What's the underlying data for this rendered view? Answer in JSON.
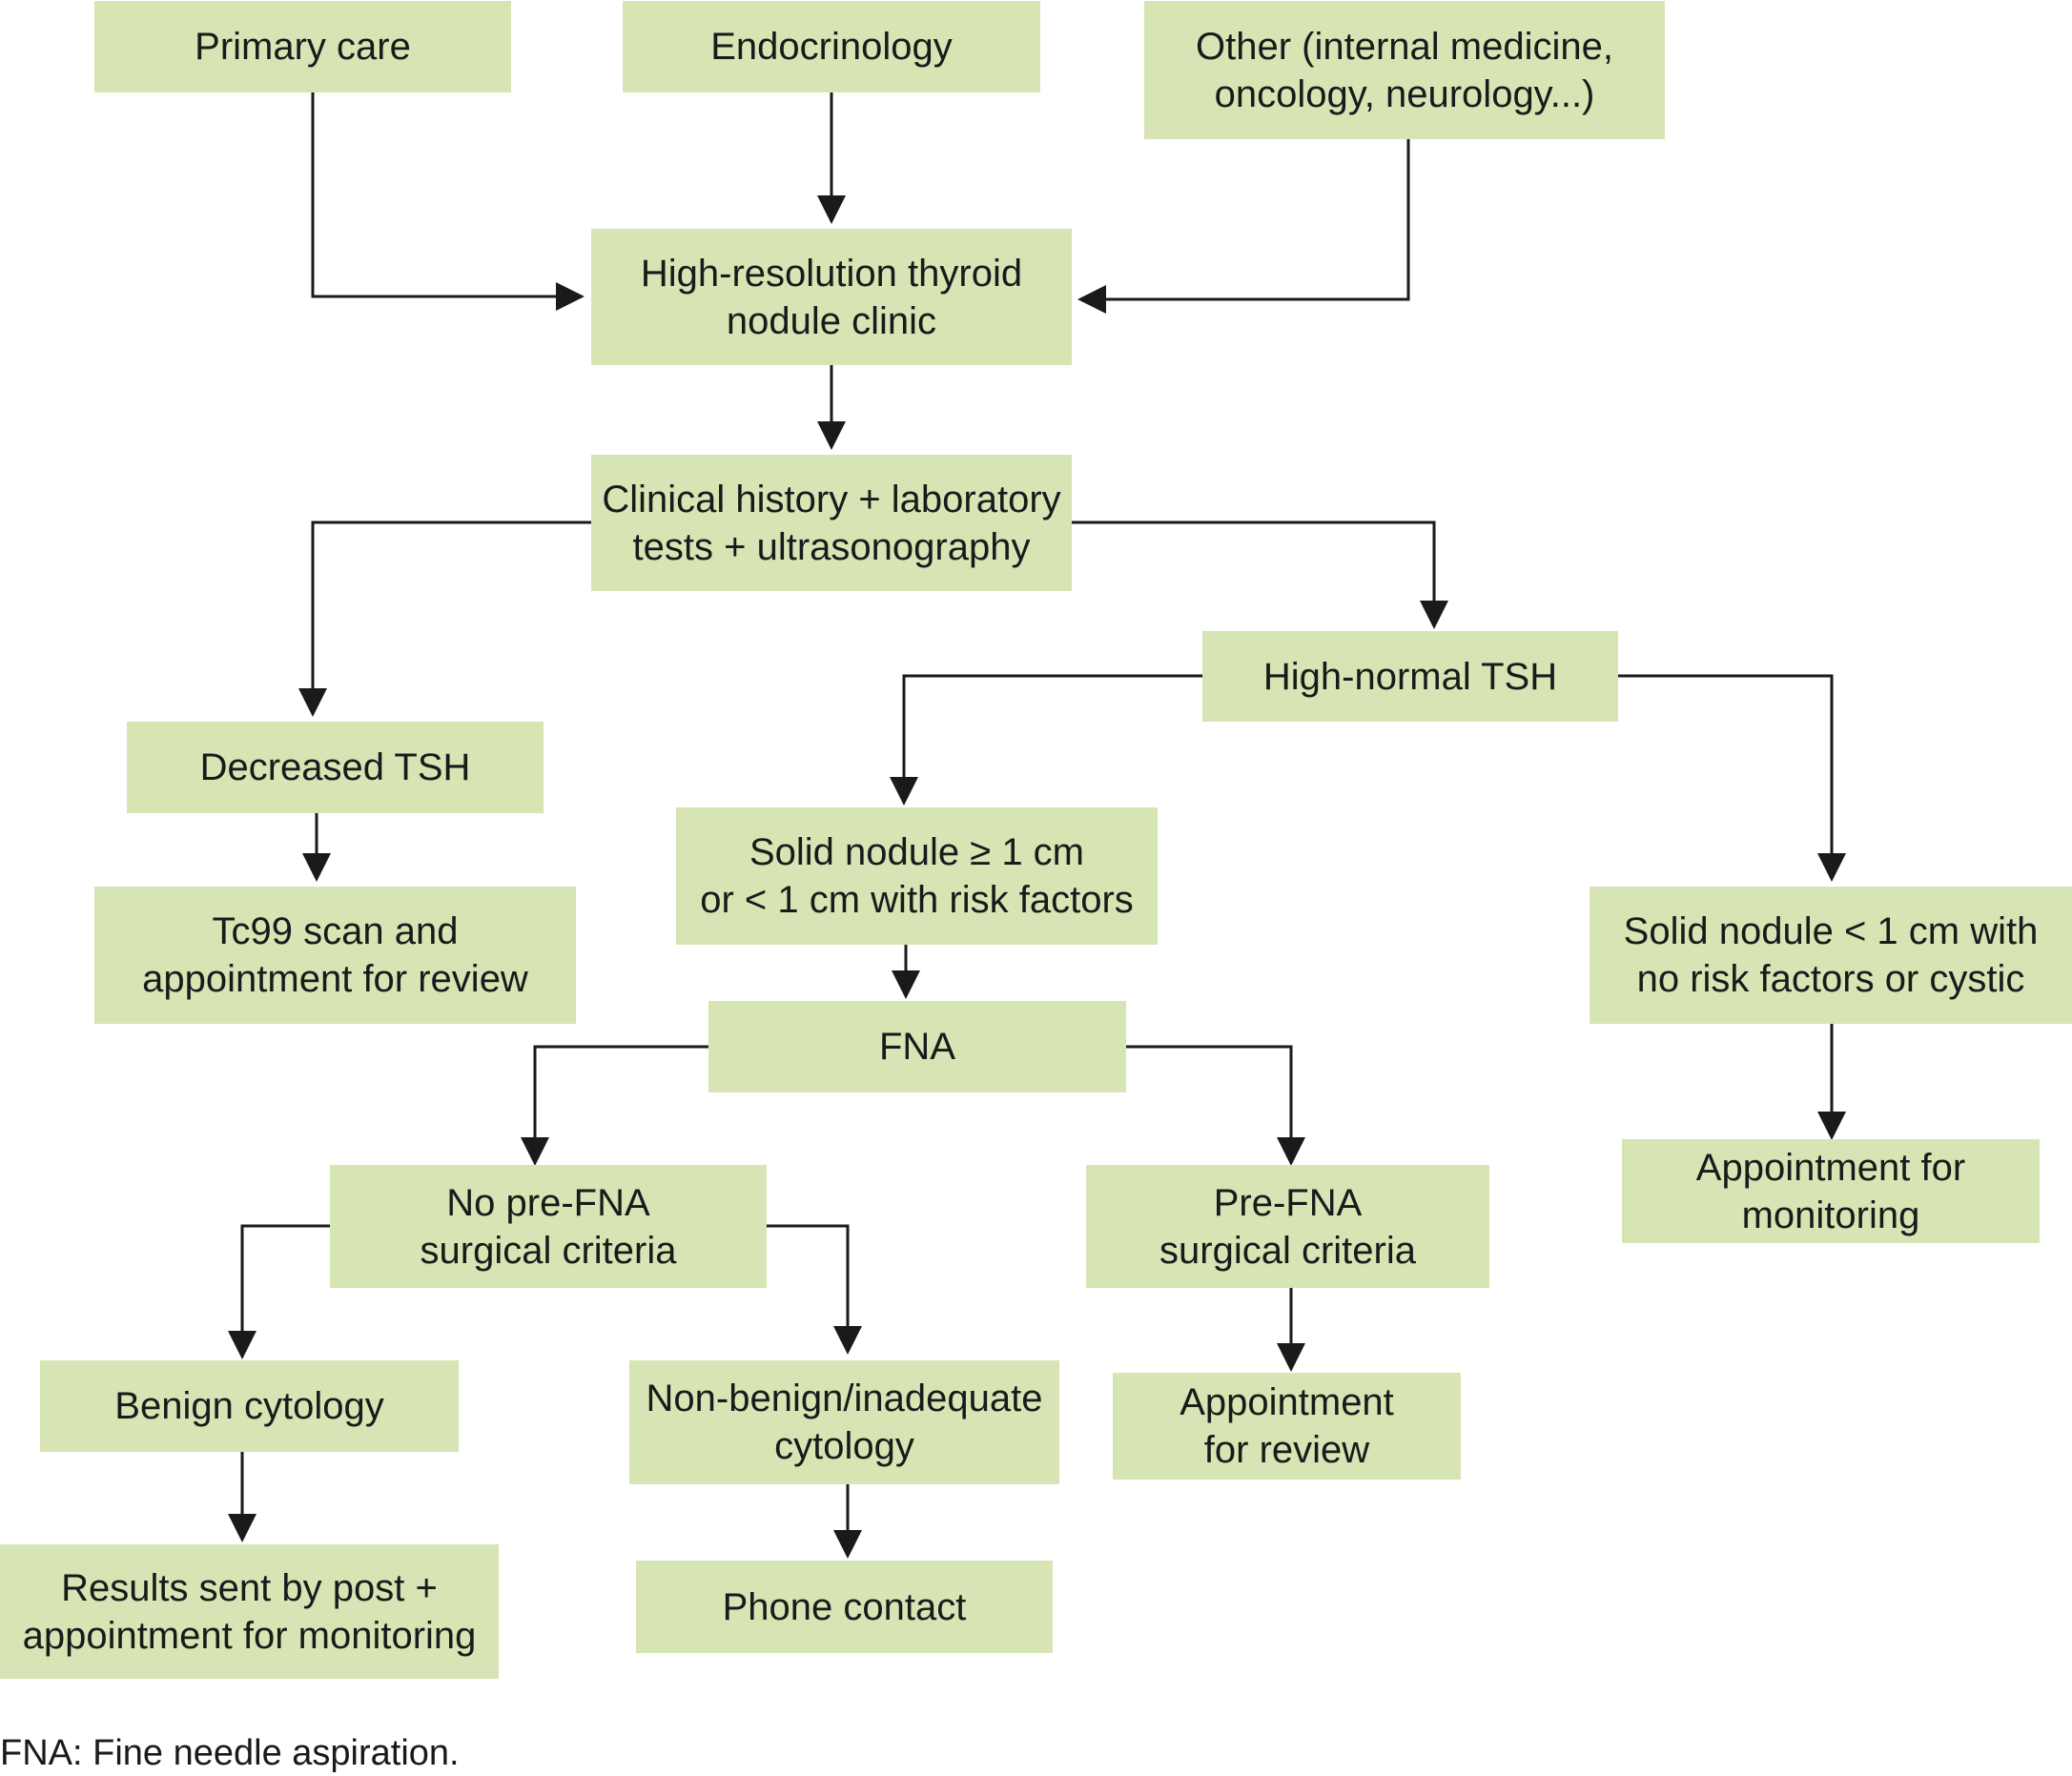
{
  "nodes": {
    "primary_care": "Primary care",
    "endocrinology": "Endocrinology",
    "other": "Other (internal medicine,\noncology, neurology...)",
    "clinic": "High-resolution thyroid\nnodule clinic",
    "clinical_history": "Clinical history + laboratory\ntests + ultrasonography",
    "decreased_tsh": "Decreased TSH",
    "high_normal_tsh": "High-normal TSH",
    "tc99": "Tc99 scan and\nappointment for review",
    "solid_nodule_ge1": "Solid nodule ≥ 1 cm\nor < 1 cm with risk factors",
    "solid_nodule_lt1": "Solid nodule < 1 cm with\nno risk factors or cystic",
    "fna": "FNA",
    "no_prefna": "No pre-FNA\nsurgical criteria",
    "prefna": "Pre-FNA\nsurgical criteria",
    "appointment_monitoring": "Appointment for\nmonitoring",
    "benign": "Benign cytology",
    "non_benign": "Non-benign/inadequate\ncytology",
    "appointment_review": "Appointment\nfor review",
    "results_post": "Results sent by post +\nappointment for monitoring",
    "phone_contact": "Phone contact"
  },
  "footnote": "FNA: Fine needle aspiration.",
  "colors": {
    "box_fill": "#d7e4b4",
    "line": "#1a1a1a"
  }
}
